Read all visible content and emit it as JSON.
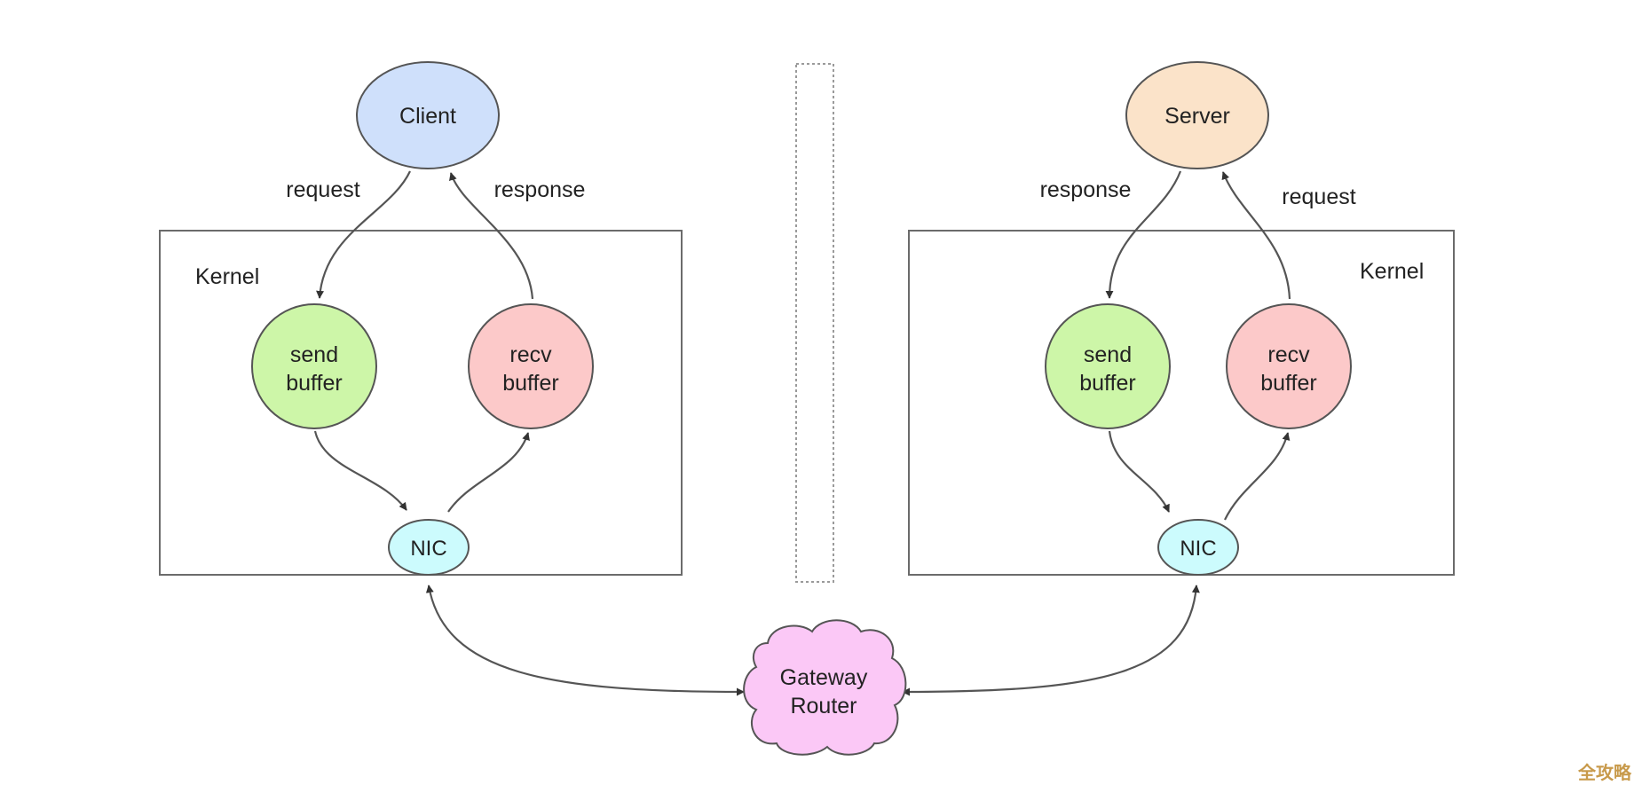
{
  "client": {
    "label": "Client",
    "fill": "#cfe0fb"
  },
  "server": {
    "label": "Server",
    "fill": "#fbe3c9"
  },
  "left": {
    "kernel_label": "Kernel",
    "request_label": "request",
    "response_label": "response",
    "send_buffer": [
      "send",
      "buffer"
    ],
    "recv_buffer": [
      "recv",
      "buffer"
    ],
    "nic_label": "NIC"
  },
  "right": {
    "kernel_label": "Kernel",
    "request_label": "request",
    "response_label": "response",
    "send_buffer": [
      "send",
      "buffer"
    ],
    "recv_buffer": [
      "recv",
      "buffer"
    ],
    "nic_label": "NIC"
  },
  "router": {
    "lines": [
      "Gateway",
      "Router"
    ],
    "fill": "#fbc8f6"
  },
  "colors": {
    "send_buffer": "#cdf6a8",
    "recv_buffer": "#fcc9c9",
    "nic": "#ccfbfd",
    "outline": "#555555"
  },
  "watermark": "全攻略"
}
